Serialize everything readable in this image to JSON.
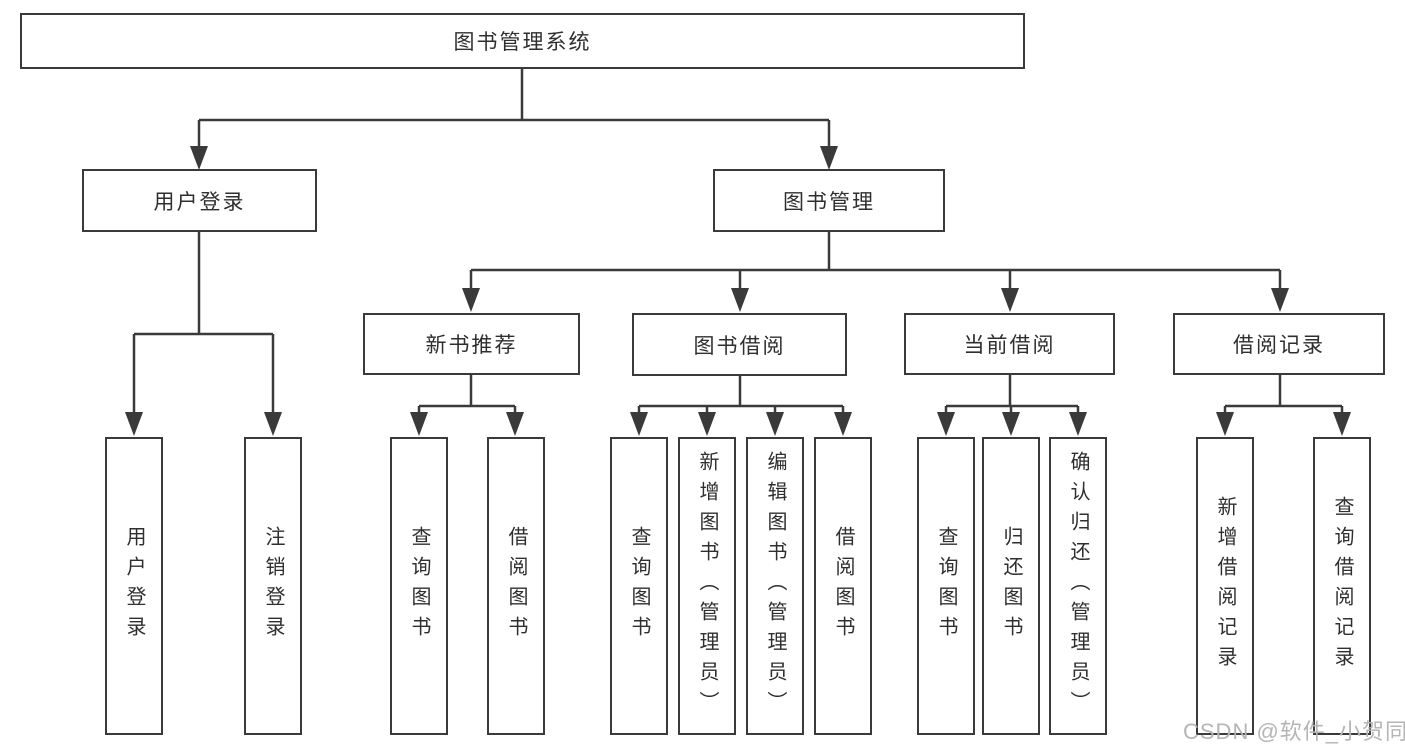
{
  "tree": {
    "label": "图书管理系统",
    "children": [
      {
        "label": "用户登录",
        "children": [
          {
            "label": "用户登录"
          },
          {
            "label": "注销登录"
          }
        ]
      },
      {
        "label": "图书管理",
        "children": [
          {
            "label": "新书推荐",
            "children": [
              {
                "label": "查询图书"
              },
              {
                "label": "借阅图书"
              }
            ]
          },
          {
            "label": "图书借阅",
            "children": [
              {
                "label": "查询图书"
              },
              {
                "label": "新增图书（管理员）"
              },
              {
                "label": "编辑图书（管理员）"
              },
              {
                "label": "借阅图书"
              }
            ]
          },
          {
            "label": "当前借阅",
            "children": [
              {
                "label": "查询图书"
              },
              {
                "label": "归还图书"
              },
              {
                "label": "确认归还（管理员）"
              }
            ]
          },
          {
            "label": "借阅记录",
            "children": [
              {
                "label": "新增借阅记录"
              },
              {
                "label": "查询借阅记录"
              }
            ]
          }
        ]
      }
    ]
  },
  "watermark": "CSDN @软件_小贺同学",
  "colors": {
    "line": "#3a3a3a",
    "text": "#2f2f2f",
    "bg": "#ffffff",
    "watermark": "#b5b5b5"
  }
}
